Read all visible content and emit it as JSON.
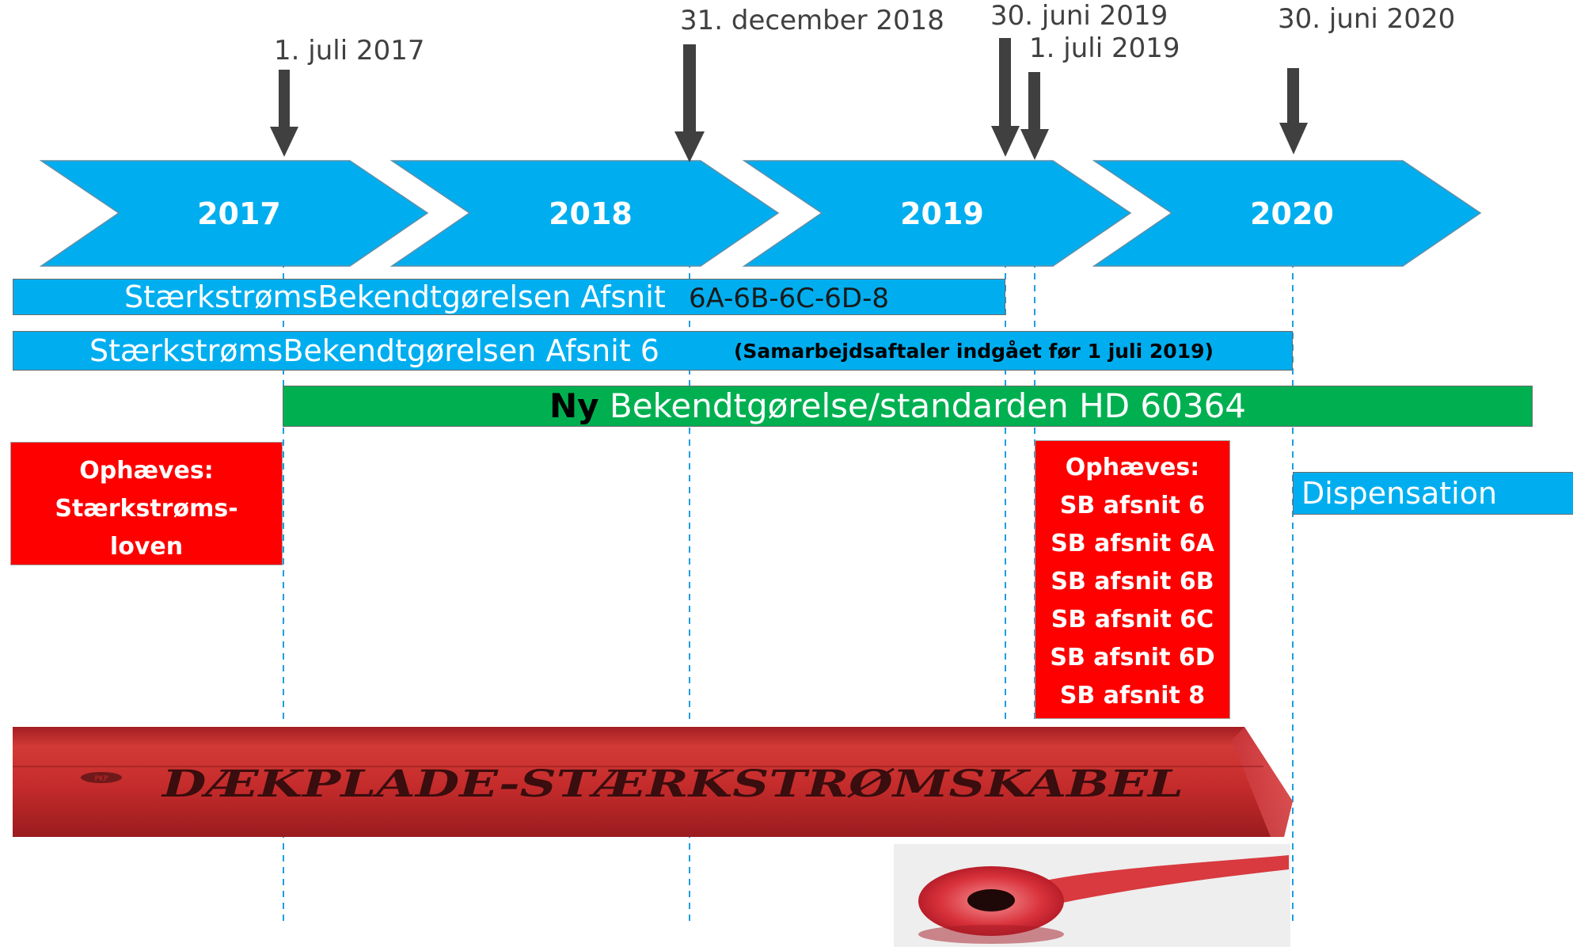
{
  "dates": {
    "d1": "1. juli 2017",
    "d2": "31. december 2018",
    "d3": "30. juni 2019",
    "d4": "1. juli 2019",
    "d5": "30. juni 2020"
  },
  "years": [
    "2017",
    "2018",
    "2019",
    "2020"
  ],
  "bars": {
    "sb_afsnit_6a": {
      "main": "StærkstrømsBekendtgørelsen Afsnit ",
      "suffix": "6A-6B-6C-6D-8"
    },
    "sb_afsnit_6": {
      "main": "StærkstrømsBekendtgørelsen Afsnit 6",
      "note": "(Samarbejdsaftaler indgået før 1 juli 2019)"
    },
    "ny": {
      "bold": "Ny",
      "rest": " Bekendtgørelse/standarden HD 60364"
    },
    "dispensation": "Dispensation"
  },
  "ophaeves_left": [
    "Ophæves:",
    "Stærkstrøms-",
    "loven"
  ],
  "ophaeves_right": [
    "Ophæves:",
    "SB afsnit 6",
    "SB afsnit 6A",
    "SB afsnit 6B",
    "SB afsnit 6C",
    "SB afsnit 6D",
    "SB afsnit 8"
  ],
  "photo": {
    "plate_text": "DÆKPLADE-STÆRKSTRØMSKABEL",
    "logo_text": "PKP"
  },
  "colors": {
    "chevron_blue": "#00aeef",
    "bar_green": "#00b050",
    "red": "#ff0000",
    "arrow_gray": "#404040",
    "guide_blue": "#1f9ee0"
  }
}
